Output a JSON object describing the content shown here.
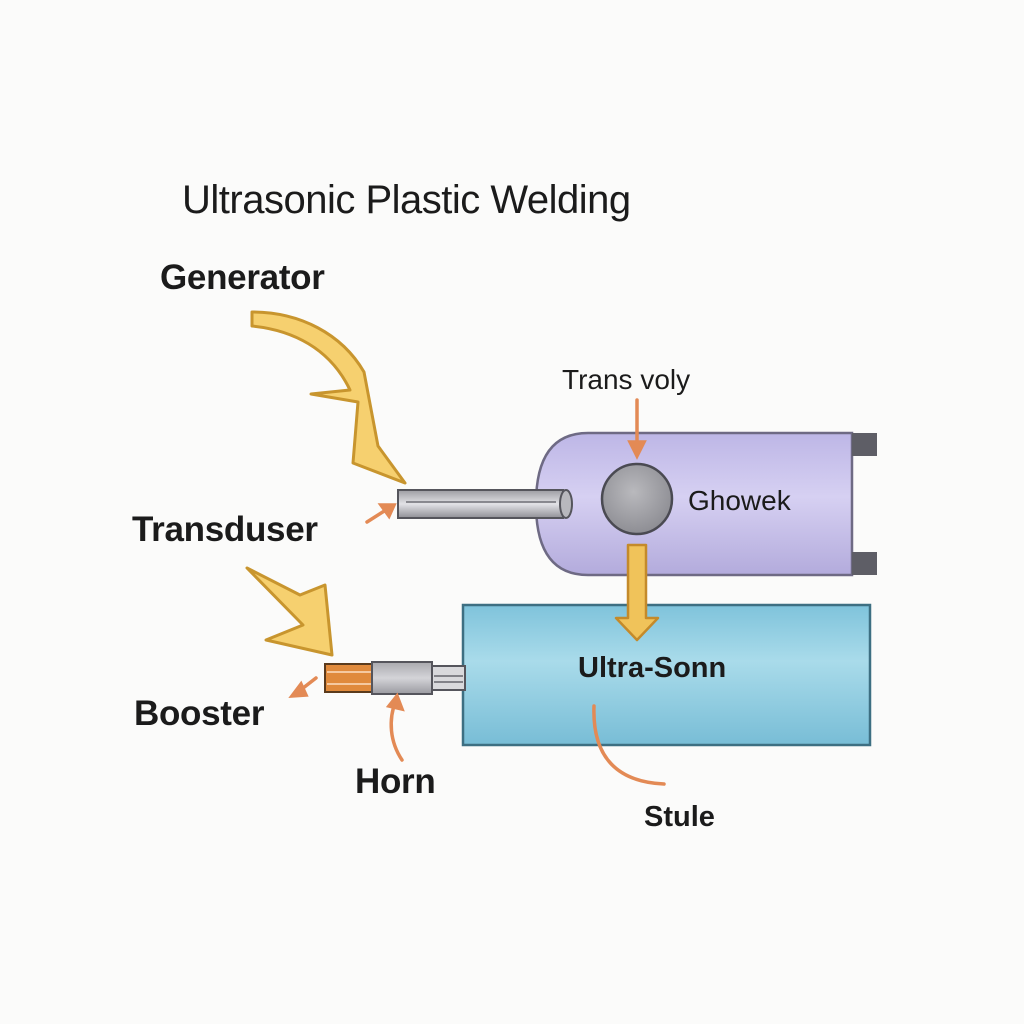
{
  "title": "Ultrasonic Plastic Welding",
  "labels": {
    "generator": "Generator",
    "transduser": "Transduser",
    "booster": "Booster",
    "horn": "Horn",
    "trans_voly": "Trans voly",
    "ghowek": "Ghowek",
    "ultra_sonn": "Ultra-Sonn",
    "stule": "Stule"
  },
  "colors": {
    "background": "#fbfbfa",
    "big_arrow_fill": "#f6d06f",
    "big_arrow_stroke": "#c8952e",
    "pointer_orange": "#e38a55",
    "upper_body": "#c9c3ea",
    "lower_body": "#8fcbe0",
    "shaft_gray": "#c8c8cc",
    "booster_orange": "#e08a3c",
    "down_arrow_fill": "#f0c35a"
  }
}
